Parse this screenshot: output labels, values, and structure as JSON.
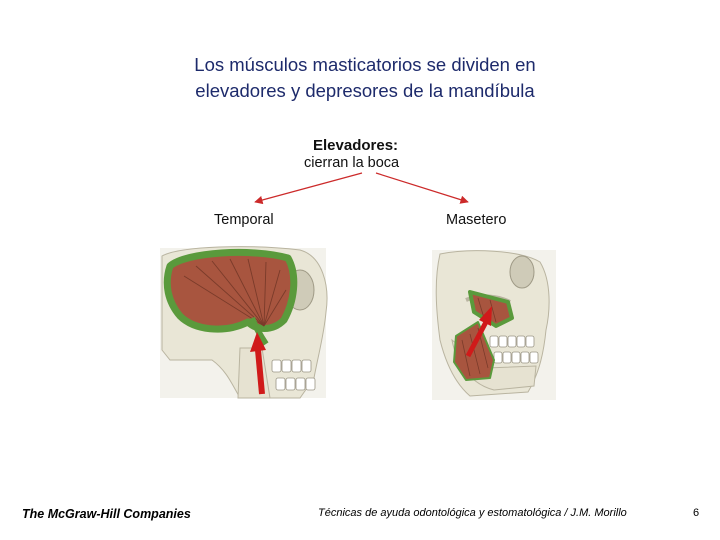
{
  "slide": {
    "title_line1": "Los músculos masticatorios se dividen en",
    "title_line2": "elevadores y depresores de la mandíbula"
  },
  "figure": {
    "heading": "Elevadores:",
    "subheading": "cierran la boca",
    "label_left": "Temporal",
    "label_right": "Masetero",
    "colors": {
      "muscle": "#a8553f",
      "muscle_edge": "#5a9a3c",
      "arrow": "#d01a1a",
      "bone": "#e9e6d6",
      "pointer": "#cc2a2a"
    }
  },
  "footer": {
    "publisher": "The McGraw-Hill Companies",
    "course": "Técnicas de ayuda odontológica y estomatológica / J.M. Morillo",
    "page": "6"
  }
}
